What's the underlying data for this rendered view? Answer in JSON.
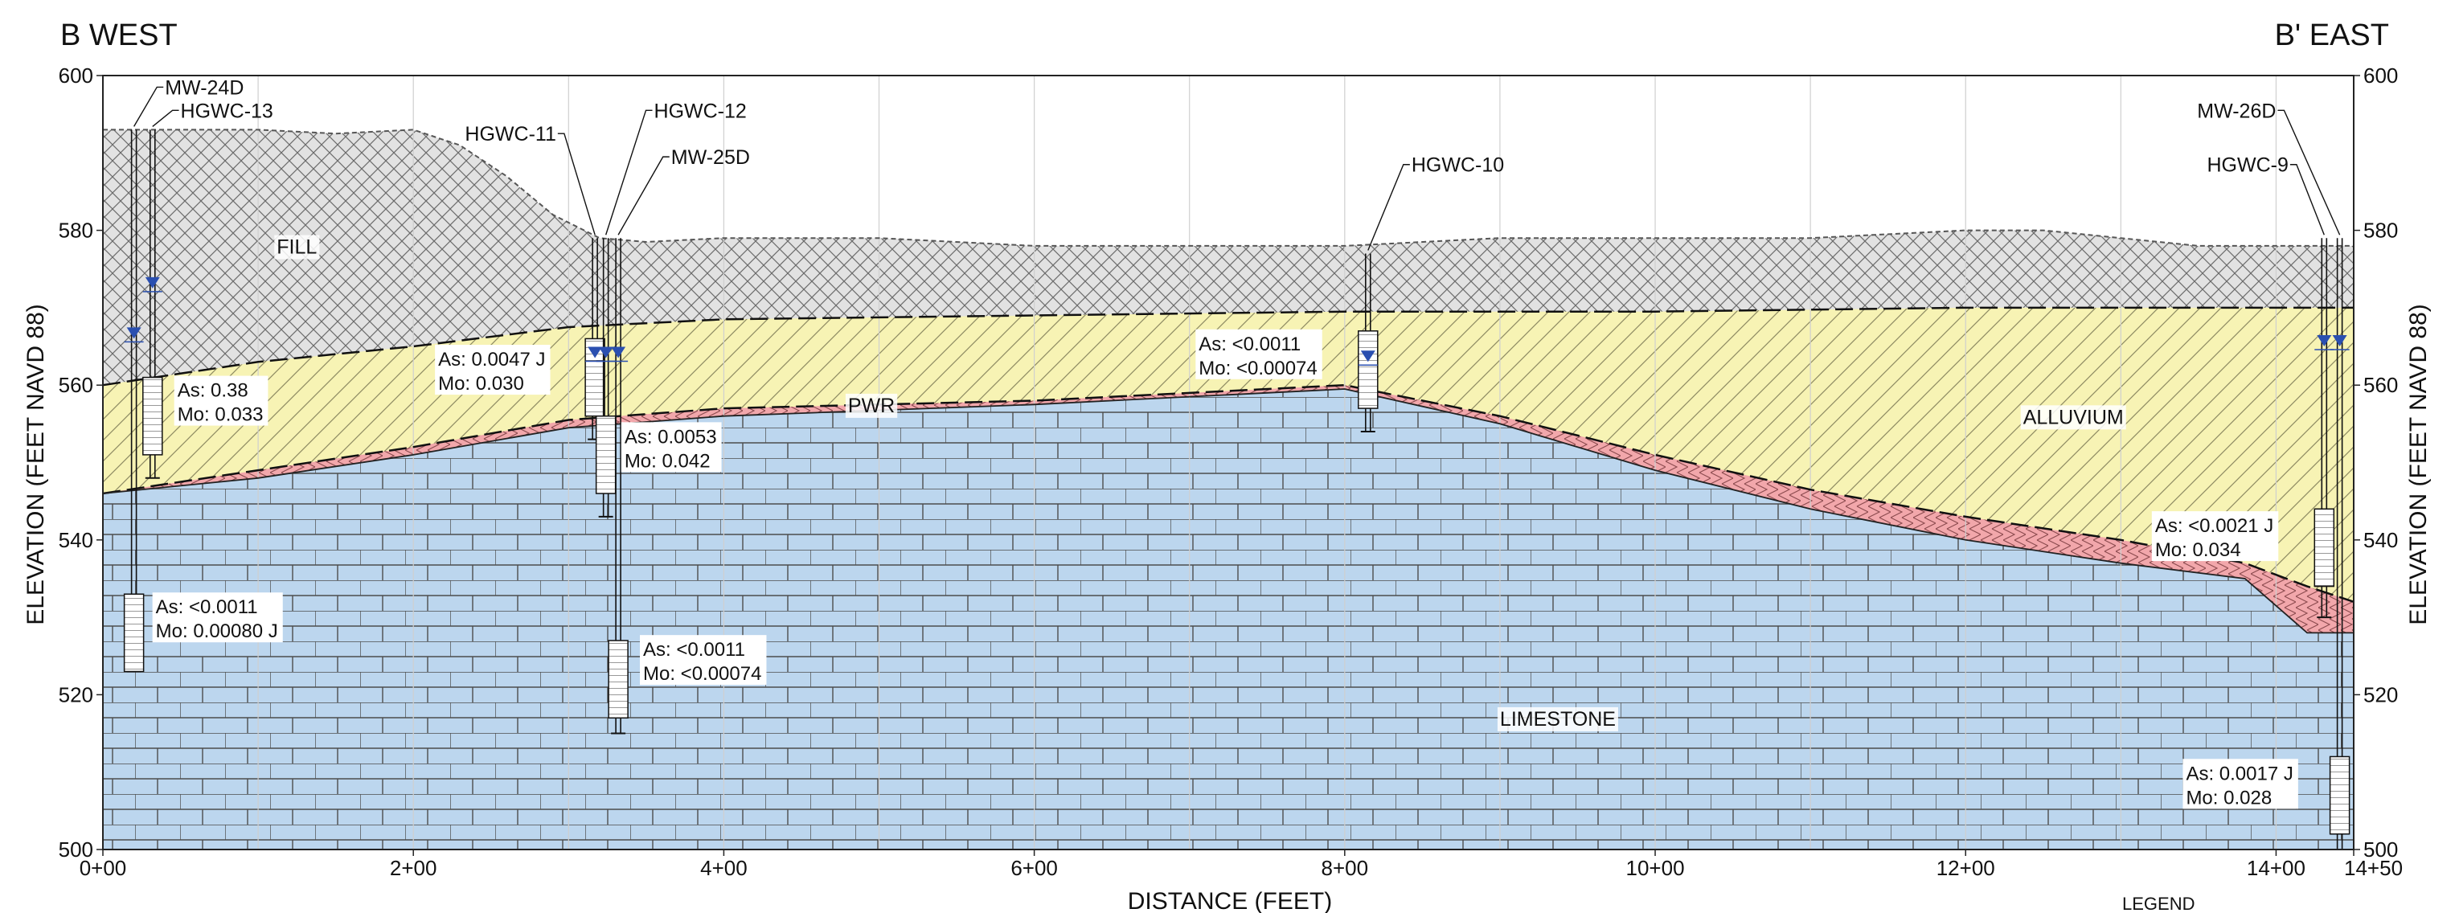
{
  "section": {
    "title_left": "B WEST",
    "title_right": "B' EAST",
    "xlabel": "DISTANCE (FEET)",
    "ylabel_left": "ELEVATION (FEET NAVD 88)",
    "ylabel_right": "ELEVATION (FEET NAVD 88)",
    "legend_label": "LEGEND",
    "colors": {
      "fill": "#e2e2e2",
      "alluvium": "#f7f3b4",
      "pwr": "#f2a7ab",
      "limestone": "#bcd6ee",
      "water_table": "#2a4fb0"
    }
  },
  "chart_data": {
    "type": "cross-section",
    "xlim": [
      0,
      1450
    ],
    "ylim": [
      500,
      600
    ],
    "xticks": [
      {
        "v": 0,
        "label": "0+00"
      },
      {
        "v": 200,
        "label": "2+00"
      },
      {
        "v": 400,
        "label": "4+00"
      },
      {
        "v": 600,
        "label": "6+00"
      },
      {
        "v": 800,
        "label": "8+00"
      },
      {
        "v": 1000,
        "label": "10+00"
      },
      {
        "v": 1200,
        "label": "12+00"
      },
      {
        "v": 1400,
        "label": "14+00"
      },
      {
        "v": 1450,
        "label": "14+50"
      }
    ],
    "yticks": [
      {
        "v": 500,
        "label": "500"
      },
      {
        "v": 520,
        "label": "520"
      },
      {
        "v": 540,
        "label": "540"
      },
      {
        "v": 560,
        "label": "560"
      },
      {
        "v": 580,
        "label": "580"
      },
      {
        "v": 600,
        "label": "600"
      }
    ],
    "grid": true,
    "surfaces": {
      "ground": [
        [
          0,
          593
        ],
        [
          100,
          593
        ],
        [
          150,
          592.5
        ],
        [
          200,
          593
        ],
        [
          230,
          591
        ],
        [
          260,
          587
        ],
        [
          290,
          582
        ],
        [
          320,
          579
        ],
        [
          350,
          578.5
        ],
        [
          400,
          579
        ],
        [
          500,
          579
        ],
        [
          600,
          578
        ],
        [
          700,
          578
        ],
        [
          800,
          578
        ],
        [
          900,
          579
        ],
        [
          1000,
          579
        ],
        [
          1100,
          579
        ],
        [
          1200,
          580
        ],
        [
          1250,
          580
        ],
        [
          1300,
          579
        ],
        [
          1350,
          578
        ],
        [
          1400,
          578
        ],
        [
          1450,
          578
        ]
      ],
      "alluvium_top": [
        [
          0,
          560
        ],
        [
          100,
          563
        ],
        [
          200,
          565
        ],
        [
          300,
          567.5
        ],
        [
          400,
          568.5
        ],
        [
          600,
          569
        ],
        [
          800,
          569.5
        ],
        [
          1000,
          569.5
        ],
        [
          1200,
          570
        ],
        [
          1400,
          570
        ],
        [
          1450,
          570
        ]
      ],
      "pwr_top": [
        [
          0,
          546
        ],
        [
          100,
          549
        ],
        [
          200,
          552
        ],
        [
          300,
          555.5
        ],
        [
          400,
          557
        ],
        [
          600,
          558
        ],
        [
          800,
          560
        ],
        [
          900,
          556
        ],
        [
          1000,
          551
        ],
        [
          1100,
          546.5
        ],
        [
          1200,
          543
        ],
        [
          1300,
          540
        ],
        [
          1380,
          537
        ],
        [
          1420,
          534
        ],
        [
          1450,
          532
        ]
      ],
      "limestone_top": [
        [
          0,
          546
        ],
        [
          100,
          548
        ],
        [
          200,
          551
        ],
        [
          300,
          554.5
        ],
        [
          400,
          556
        ],
        [
          600,
          557.5
        ],
        [
          800,
          559.5
        ],
        [
          900,
          555
        ],
        [
          1000,
          549
        ],
        [
          1100,
          544
        ],
        [
          1200,
          540
        ],
        [
          1300,
          537
        ],
        [
          1380,
          535
        ],
        [
          1420,
          528
        ],
        [
          1450,
          528
        ]
      ]
    },
    "units": [
      {
        "name": "FILL",
        "x": 112,
        "y": 577
      },
      {
        "name": "ALLUVIUM",
        "x": 1237,
        "y": 555
      },
      {
        "name": "PWR",
        "x": 480,
        "y": 556.5
      },
      {
        "name": "LIMESTONE",
        "x": 900,
        "y": 516
      }
    ],
    "wells": [
      {
        "id": "MW-24D",
        "x": 20,
        "top": 593,
        "bottom": 523,
        "screen": [
          523,
          533
        ],
        "wl": 566,
        "label_x": 40,
        "label_y": 598.5,
        "label_side": "right"
      },
      {
        "id": "HGWC-13",
        "x": 32,
        "top": 593,
        "bottom": 548,
        "screen": [
          551,
          561
        ],
        "wl": 572.5,
        "label_x": 50,
        "label_y": 595.5,
        "label_side": "right"
      },
      {
        "id": "HGWC-11",
        "x": 317,
        "top": 579,
        "bottom": 553,
        "screen": [
          556,
          566
        ],
        "wl": 563.5,
        "label_x": 292,
        "label_y": 592.5,
        "label_side": "left"
      },
      {
        "id": "HGWC-12",
        "x": 324,
        "top": 579,
        "bottom": 543,
        "screen": [
          546,
          556
        ],
        "wl": 563.5,
        "label_x": 355,
        "label_y": 595.5,
        "label_side": "right"
      },
      {
        "id": "MW-25D",
        "x": 332,
        "top": 579,
        "bottom": 515,
        "screen": [
          517,
          527
        ],
        "wl": 563.5,
        "label_x": 366,
        "label_y": 589.5,
        "label_side": "right"
      },
      {
        "id": "HGWC-10",
        "x": 815,
        "top": 577,
        "bottom": 554,
        "screen": [
          557,
          567
        ],
        "wl": 563,
        "label_x": 843,
        "label_y": 588.5,
        "label_side": "right"
      },
      {
        "id": "HGWC-9",
        "x": 1431,
        "top": 579,
        "bottom": 530,
        "screen": [
          534,
          544
        ],
        "wl": 565,
        "label_x": 1408,
        "label_y": 588.5,
        "label_side": "left"
      },
      {
        "id": "MW-26D",
        "x": 1441,
        "top": 579,
        "bottom": 500,
        "screen": [
          502,
          512
        ],
        "wl": 565,
        "label_x": 1400,
        "label_y": 595.5,
        "label_side": "left"
      }
    ],
    "results": [
      {
        "x": 48,
        "y": 561,
        "as": "As: 0.38",
        "mo": "Mo: 0.033"
      },
      {
        "x": 34,
        "y": 533,
        "as": "As: <0.0011",
        "mo": "Mo: 0.00080 J"
      },
      {
        "x": 216,
        "y": 565,
        "as": "As: 0.0047 J",
        "mo": "Mo: 0.030"
      },
      {
        "x": 336,
        "y": 555,
        "as": "As: 0.0053",
        "mo": "Mo: 0.042"
      },
      {
        "x": 348,
        "y": 527.5,
        "as": "As: <0.0011",
        "mo": "Mo: <0.00074"
      },
      {
        "x": 706,
        "y": 567,
        "as": "As: <0.0011",
        "mo": "Mo: <0.00074"
      },
      {
        "x": 1322,
        "y": 543.5,
        "as": "As: <0.0021 J",
        "mo": "Mo: 0.034"
      },
      {
        "x": 1342,
        "y": 511.5,
        "as": "As: 0.0017 J",
        "mo": "Mo: 0.028"
      }
    ]
  }
}
